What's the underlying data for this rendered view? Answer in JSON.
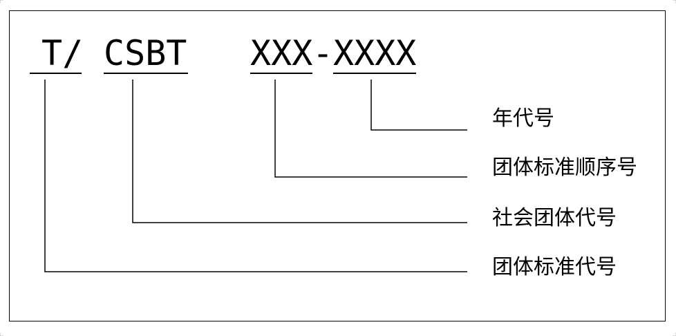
{
  "code": {
    "prefix": "T/",
    "org": "CSBT",
    "seq": "XXX",
    "sep": "-",
    "year": "XXXX"
  },
  "labels": {
    "year_code": "年代号",
    "sequence_number": "团体标准顺序号",
    "organization_code": "社会团体代号",
    "standard_code": "团体标准代号"
  }
}
